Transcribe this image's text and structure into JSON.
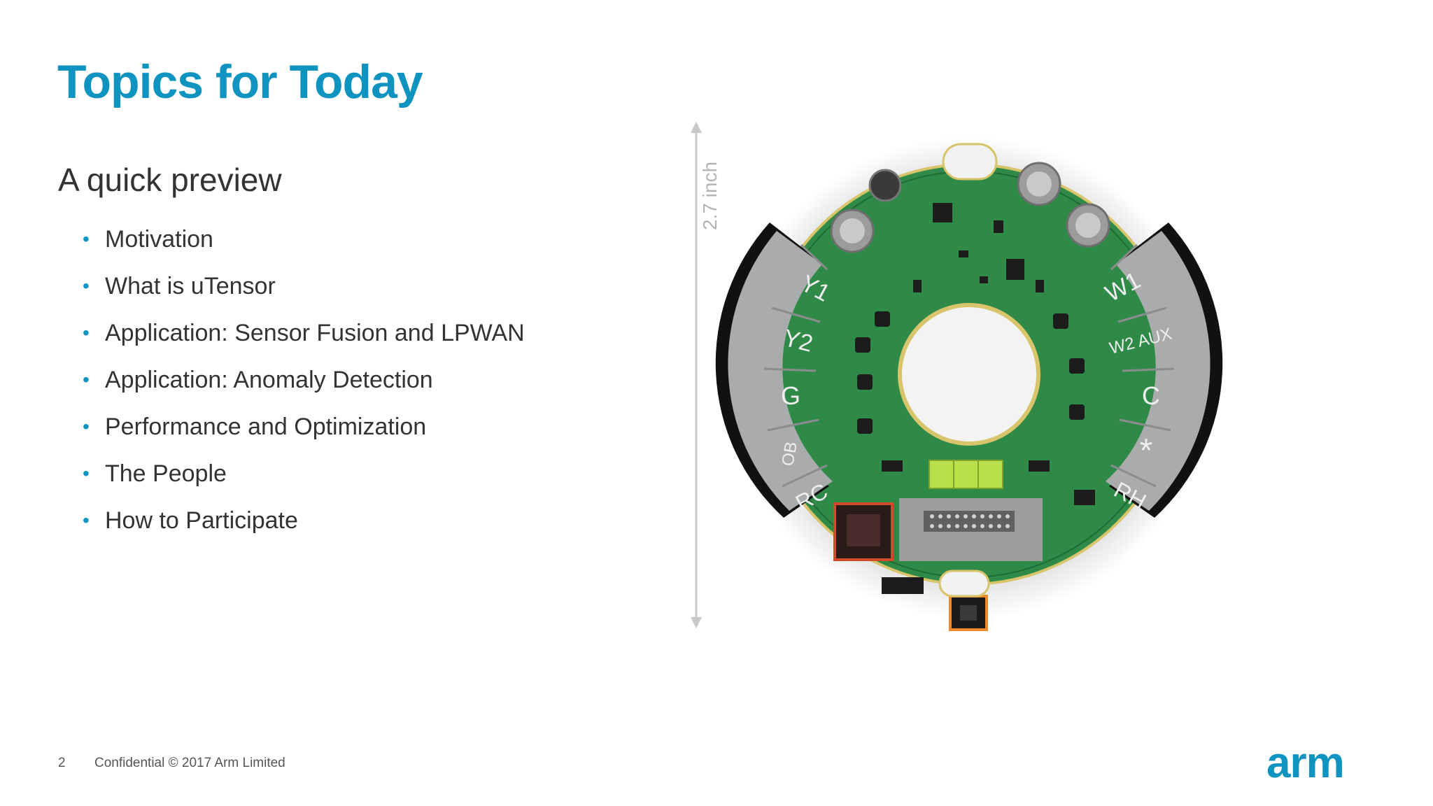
{
  "title": "Topics for Today",
  "subtitle": "A quick preview",
  "bullets": [
    "Motivation",
    "What is uTensor",
    "Application: Sensor Fusion and LPWAN",
    "Application: Anomaly Detection",
    "Performance and Optimization",
    "The People",
    "How to Participate"
  ],
  "image": {
    "dimension_label": "2.7 inch",
    "left_buttons": [
      "Y1",
      "Y2",
      "G",
      "OB",
      "RC"
    ],
    "right_buttons": [
      "W1",
      "W2 AUX",
      "C",
      "*",
      "RH"
    ]
  },
  "footer": {
    "page_number": "2",
    "text": "Confidential © 2017 Arm Limited",
    "logo": "arm"
  },
  "colors": {
    "accent": "#0f93c0",
    "pcb_green": "#2f8a48",
    "button_gray": "#a9abad"
  }
}
